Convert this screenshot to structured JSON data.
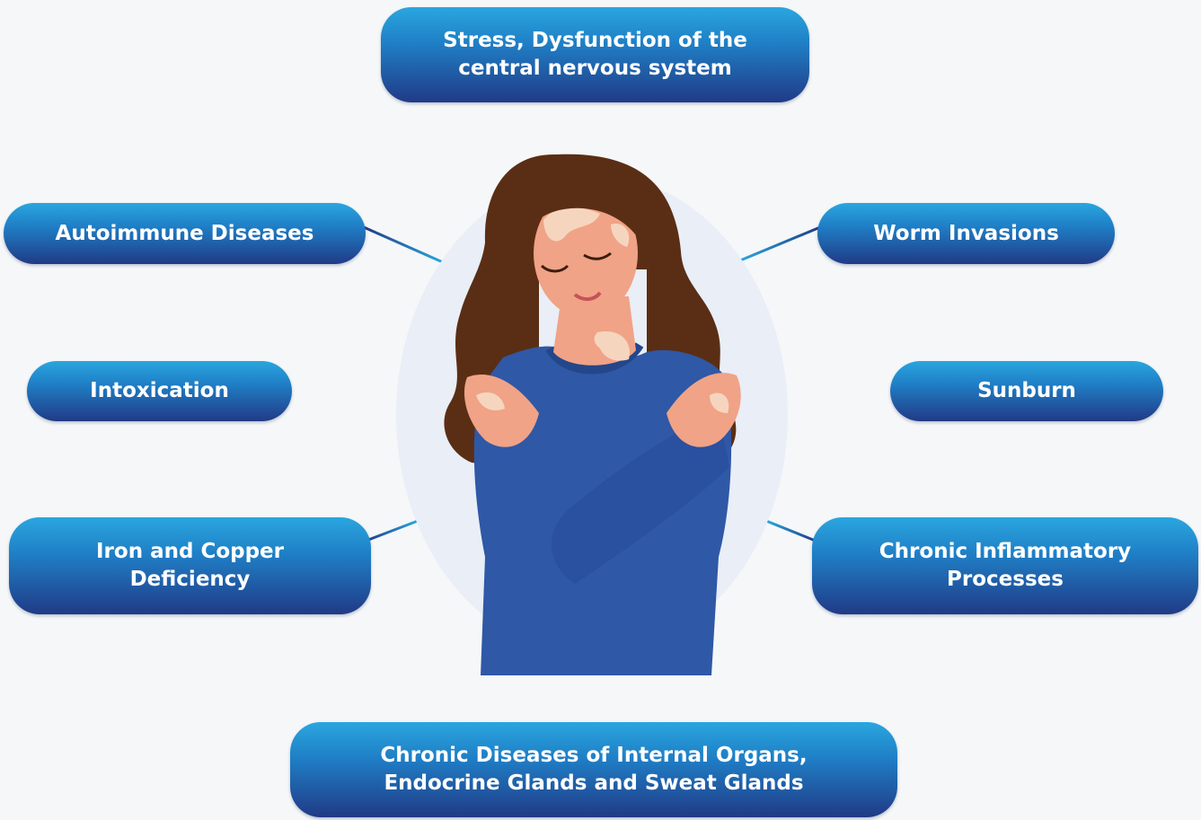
{
  "center": {
    "image": "woman-with-vitiligo-hugging-herself",
    "colors": {
      "hair": "#5a2e14",
      "skin": "#f0a386",
      "patches": "#f6d5bf",
      "sweater": "#2f58a6",
      "backdrop": "#e9eef7"
    }
  },
  "causes": {
    "top": {
      "line1": "Stress, Dysfunction of the",
      "line2": "central nervous system"
    },
    "autoimmune": {
      "line1": "Autoimmune Diseases"
    },
    "worms": {
      "line1": "Worm Invasions"
    },
    "intoxication": {
      "line1": "Intoxication"
    },
    "sunburn": {
      "line1": "Sunburn"
    },
    "iron_copper": {
      "line1": "Iron and Copper",
      "line2": "Deficiency"
    },
    "inflammatory": {
      "line1": "Chronic Inflammatory",
      "line2": "Processes"
    },
    "bottom": {
      "line1": "Chronic Diseases of Internal Organs,",
      "line2": "Endocrine Glands and Sweat Glands"
    }
  },
  "colors": {
    "pill_top": "#2aa6df",
    "pill_bottom": "#213a86",
    "connector": "#2a6fb8",
    "text": "#ffffff"
  }
}
